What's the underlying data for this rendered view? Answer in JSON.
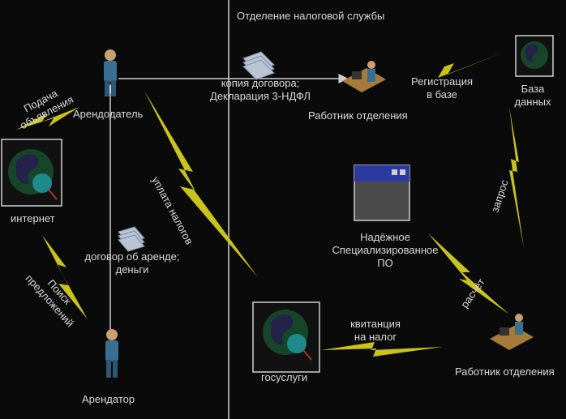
{
  "section_title": "Отделение налоговой службы",
  "actors": {
    "landlord": "Арендодатель",
    "tenant": "Арендатор",
    "clerk_top": "Работник отделения",
    "clerk_bottom": "Работник отделения"
  },
  "systems": {
    "internet": "интернет",
    "database_l1": "База",
    "database_l2": "данных",
    "gosuslugi": "госуслуги",
    "software_l1": "Надёжное",
    "software_l2": "Специализированное",
    "software_l3": "ПО"
  },
  "flows": {
    "ads_l1": "Подача",
    "ads_l2": "объявления",
    "search_l1": "Поиск",
    "search_l2": "предложений",
    "contract_l1": "договор об аренде;",
    "contract_l2": "деньги",
    "docs_l1": "копия договора;",
    "docs_l2": "Декларация 3-НДФЛ",
    "register_l1": "Регистрация",
    "register_l2": "в базе",
    "query": "запрос",
    "calc": "расчёт",
    "receipt_l1": "квитанция",
    "receipt_l2": "на налог",
    "tax_payment": "уплата налогов"
  },
  "colors": {
    "background": "#0a0a0a",
    "lines": "#cfcfcf",
    "lightning": "#c9c31a",
    "globe_land": "#22224a",
    "globe_sea": "#16452a",
    "magnifier": "#1f8a8a"
  }
}
